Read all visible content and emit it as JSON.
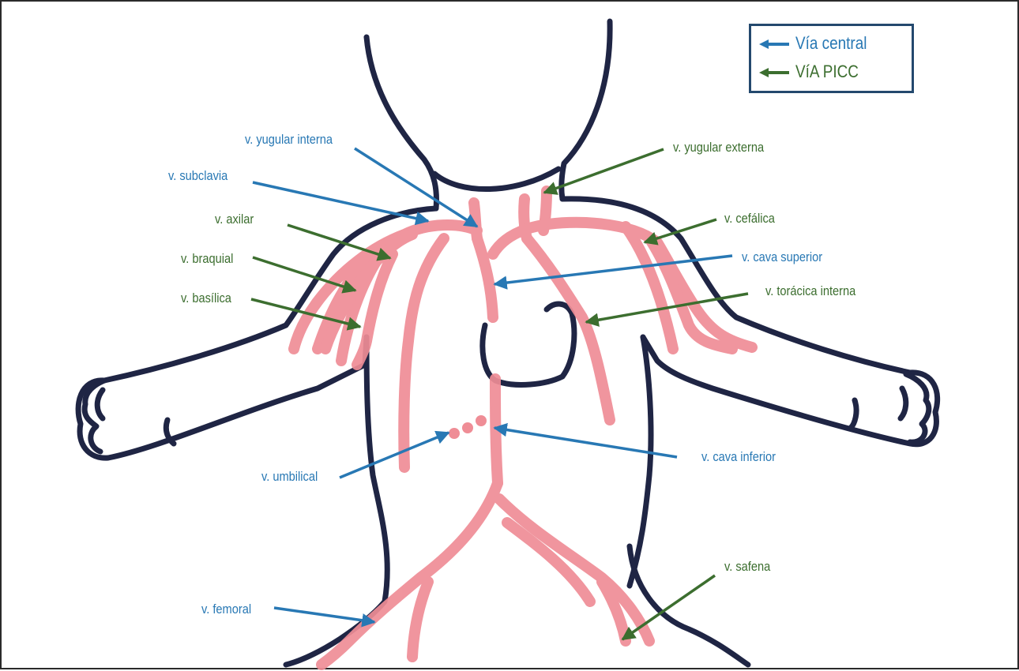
{
  "colors": {
    "central": "#2878b4",
    "picc": "#3c6e2f",
    "vein": "#ef8d96",
    "outline": "#1f2544"
  },
  "legend": {
    "central_label": "Vía central",
    "picc_label": "VíA PICC"
  },
  "labels": {
    "yugular_interna": "v. yugular interna",
    "subclavia": "v. subclavia",
    "axilar": "v. axilar",
    "braquial": "v. braquial",
    "basilica": "v. basílica",
    "umbilical": "v. umbilical",
    "femoral": "v. femoral",
    "yugular_externa": "v. yugular externa",
    "cefalica": "v. cefálica",
    "cava_superior": "v. cava superior",
    "toracica_interna": "v. torácica interna",
    "cava_inferior": "v. cava inferior",
    "safena": "v. safena"
  }
}
